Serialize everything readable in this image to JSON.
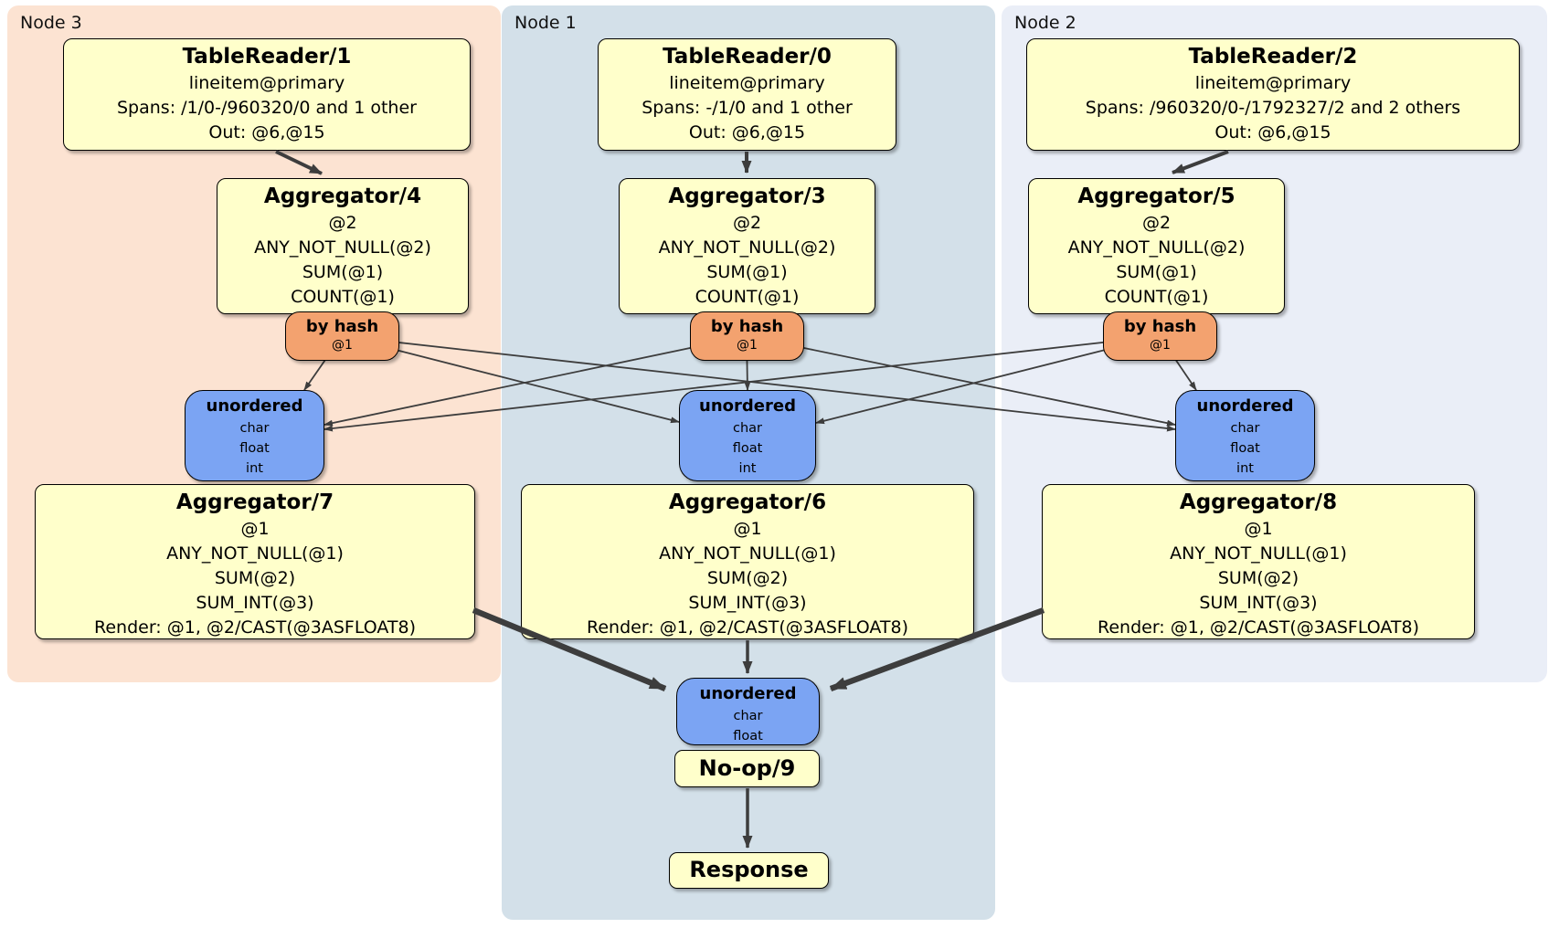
{
  "colors": {
    "panel_node3": "#fce3d2",
    "panel_node1": "#d3e0e9",
    "panel_node2": "#eaeef7",
    "operator_fill": "#ffffcb",
    "hash_router_fill": "#f3a26f",
    "sync_fill": "#7ba4f3",
    "edge_color": "#3d3d3d"
  },
  "panels": {
    "node3": {
      "label": "Node 3"
    },
    "node1": {
      "label": "Node 1"
    },
    "node2": {
      "label": "Node 2"
    }
  },
  "nodes": {
    "tr1": {
      "title": "TableReader/1",
      "lines": [
        "lineitem@primary",
        "Spans: /1/0-/960320/0 and 1 other",
        "Out: @6,@15"
      ]
    },
    "tr0": {
      "title": "TableReader/0",
      "lines": [
        "lineitem@primary",
        "Spans: -/1/0 and 1 other",
        "Out: @6,@15"
      ]
    },
    "tr2": {
      "title": "TableReader/2",
      "lines": [
        "lineitem@primary",
        "Spans: /960320/0-/1792327/2 and 2 others",
        "Out: @6,@15"
      ]
    },
    "agg4": {
      "title": "Aggregator/4",
      "lines": [
        "@2",
        "ANY_NOT_NULL(@2)",
        "SUM(@1)",
        "COUNT(@1)"
      ]
    },
    "agg3": {
      "title": "Aggregator/3",
      "lines": [
        "@2",
        "ANY_NOT_NULL(@2)",
        "SUM(@1)",
        "COUNT(@1)"
      ]
    },
    "agg5": {
      "title": "Aggregator/5",
      "lines": [
        "@2",
        "ANY_NOT_NULL(@2)",
        "SUM(@1)",
        "COUNT(@1)"
      ]
    },
    "hash_left": {
      "title": "by hash",
      "lines": [
        "@1"
      ]
    },
    "hash_mid": {
      "title": "by hash",
      "lines": [
        "@1"
      ]
    },
    "hash_right": {
      "title": "by hash",
      "lines": [
        "@1"
      ]
    },
    "sync_left": {
      "title": "unordered",
      "lines": [
        "char",
        "float",
        "int"
      ]
    },
    "sync_mid": {
      "title": "unordered",
      "lines": [
        "char",
        "float",
        "int"
      ]
    },
    "sync_right": {
      "title": "unordered",
      "lines": [
        "char",
        "float",
        "int"
      ]
    },
    "agg7": {
      "title": "Aggregator/7",
      "lines": [
        "@1",
        "ANY_NOT_NULL(@1)",
        "SUM(@2)",
        "SUM_INT(@3)",
        "Render: @1, @2/CAST(@3ASFLOAT8)"
      ]
    },
    "agg6": {
      "title": "Aggregator/6",
      "lines": [
        "@1",
        "ANY_NOT_NULL(@1)",
        "SUM(@2)",
        "SUM_INT(@3)",
        "Render: @1, @2/CAST(@3ASFLOAT8)"
      ]
    },
    "agg8": {
      "title": "Aggregator/8",
      "lines": [
        "@1",
        "ANY_NOT_NULL(@1)",
        "SUM(@2)",
        "SUM_INT(@3)",
        "Render: @1, @2/CAST(@3ASFLOAT8)"
      ]
    },
    "sync_final": {
      "title": "unordered",
      "lines": [
        "char",
        "float"
      ]
    },
    "noop": {
      "title": "No-op/9"
    },
    "response": {
      "title": "Response"
    }
  },
  "edges": [
    {
      "from": "tr1",
      "to": "agg4"
    },
    {
      "from": "tr0",
      "to": "agg3"
    },
    {
      "from": "tr2",
      "to": "agg5"
    },
    {
      "from": "agg4",
      "to": "hash_left"
    },
    {
      "from": "agg3",
      "to": "hash_mid"
    },
    {
      "from": "agg5",
      "to": "hash_right"
    },
    {
      "from": "hash_left",
      "to": "sync_left"
    },
    {
      "from": "hash_left",
      "to": "sync_mid"
    },
    {
      "from": "hash_left",
      "to": "sync_right"
    },
    {
      "from": "hash_mid",
      "to": "sync_left"
    },
    {
      "from": "hash_mid",
      "to": "sync_mid"
    },
    {
      "from": "hash_mid",
      "to": "sync_right"
    },
    {
      "from": "hash_right",
      "to": "sync_left"
    },
    {
      "from": "hash_right",
      "to": "sync_mid"
    },
    {
      "from": "hash_right",
      "to": "sync_right"
    },
    {
      "from": "sync_left",
      "to": "agg7"
    },
    {
      "from": "sync_mid",
      "to": "agg6"
    },
    {
      "from": "sync_right",
      "to": "agg8"
    },
    {
      "from": "agg7",
      "to": "sync_final"
    },
    {
      "from": "agg6",
      "to": "sync_final"
    },
    {
      "from": "agg8",
      "to": "sync_final"
    },
    {
      "from": "sync_final",
      "to": "noop"
    },
    {
      "from": "noop",
      "to": "response"
    }
  ]
}
